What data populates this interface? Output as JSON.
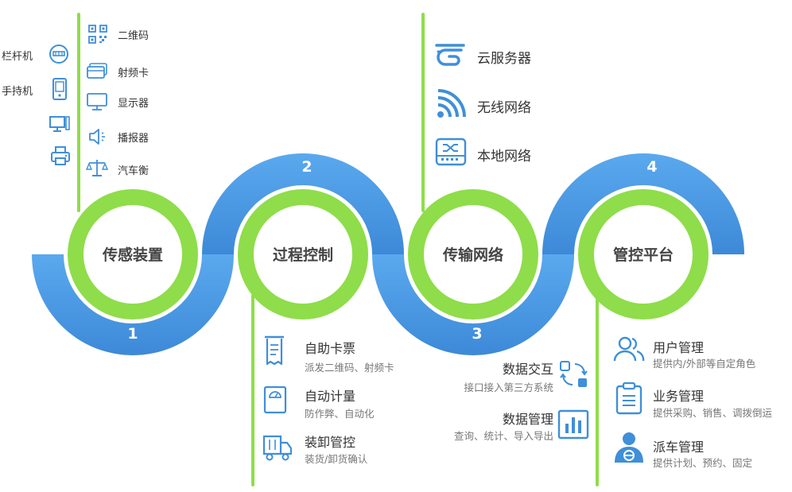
{
  "colors": {
    "blue": "#4e9de6",
    "blue_dark": "#3a86d6",
    "green": "#8fdd4a",
    "icon": "#3f8fd9"
  },
  "stages": [
    {
      "number": "1",
      "title": "传感装置"
    },
    {
      "number": "2",
      "title": "过程控制"
    },
    {
      "number": "3",
      "title": "传输网络"
    },
    {
      "number": "4",
      "title": "管控平台"
    }
  ],
  "sensing": {
    "left_items": [
      {
        "label": "栏杆机",
        "icon": "barrier-gate-icon"
      },
      {
        "label": "手持机",
        "icon": "handheld-icon"
      },
      {
        "label": "",
        "icon": "computer-icon"
      },
      {
        "label": "",
        "icon": "printer-icon"
      }
    ],
    "right_items": [
      {
        "label": "二维码",
        "icon": "qr-code-icon"
      },
      {
        "label": "射频卡",
        "icon": "rf-card-icon"
      },
      {
        "label": "显示器",
        "icon": "monitor-icon"
      },
      {
        "label": "播报器",
        "icon": "speaker-icon"
      },
      {
        "label": "汽车衡",
        "icon": "scale-icon"
      }
    ]
  },
  "process": [
    {
      "title": "自助卡票",
      "desc": "派发二维码、射频卡",
      "icon": "ticket-icon"
    },
    {
      "title": "自动计量",
      "desc": "防作弊、自动化",
      "icon": "weighing-icon"
    },
    {
      "title": "装卸管控",
      "desc": "装货/卸货确认",
      "icon": "truck-icon"
    }
  ],
  "network": [
    {
      "label": "云服务器",
      "icon": "cloud-server-icon"
    },
    {
      "label": "无线网络",
      "icon": "wifi-icon"
    },
    {
      "label": "本地网络",
      "icon": "switch-icon"
    }
  ],
  "data_items": [
    {
      "title": "数据交互",
      "desc": "接口接入第三方系统",
      "icon": "exchange-icon"
    },
    {
      "title": "数据管理",
      "desc": "查询、统计、导入导出",
      "icon": "bar-chart-icon"
    }
  ],
  "platform": [
    {
      "title": "用户管理",
      "desc": "提供内/外部等自定角色",
      "icon": "users-icon"
    },
    {
      "title": "业务管理",
      "desc": "提供采购、销售、调拨倒运",
      "icon": "clipboard-icon"
    },
    {
      "title": "派车管理",
      "desc": "提供计划、预约、固定",
      "icon": "driver-icon"
    }
  ]
}
